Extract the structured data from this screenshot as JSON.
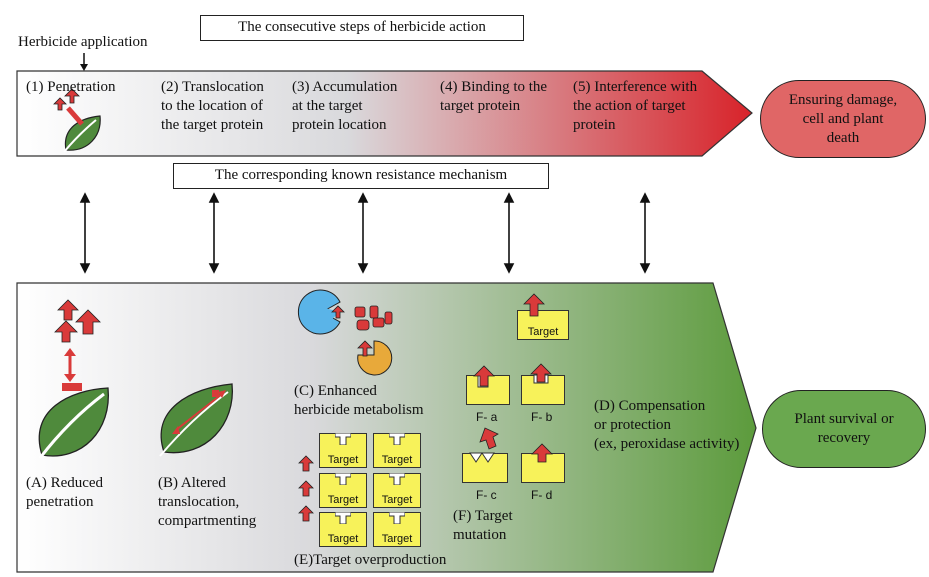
{
  "title_box": "The consecutive steps of herbicide action",
  "herbicide_application": "Herbicide application",
  "steps": [
    {
      "label": "(1) Penetration"
    },
    {
      "line1": "(2) Translocation",
      "line2": "to the location of",
      "line3": "the target protein"
    },
    {
      "line1": "(3) Accumulation",
      "line2": "at the target",
      "line3": "protein location"
    },
    {
      "line1": "(4) Binding to the",
      "line2": "target protein"
    },
    {
      "line1": "(5) Interference with",
      "line2": "the action of target",
      "line3": "protein"
    }
  ],
  "outcome_damage": {
    "line1": "Ensuring damage,",
    "line2": "cell and plant",
    "line3": "death"
  },
  "resistance_box": "The corresponding known resistance mechanism",
  "mechanisms": {
    "A": {
      "line1": "(A) Reduced",
      "line2": "penetration"
    },
    "B": {
      "line1": "(B) Altered",
      "line2": "translocation,",
      "line3": "compartmenting"
    },
    "C": {
      "line1": "(C) Enhanced",
      "line2": "herbicide metabolism"
    },
    "D": {
      "line1": "(D) Compensation",
      "line2": "or protection",
      "line3": "(ex, peroxidase activity)"
    },
    "E": {
      "label": "(E)Target overproduction"
    },
    "F": {
      "line1": "(F) Target",
      "line2": "mutation"
    }
  },
  "target_label": "Target",
  "mutations": {
    "a": "F- a",
    "b": "F- b",
    "c": "F- c",
    "d": "F- d"
  },
  "outcome_survival": {
    "line1": "Plant survival or",
    "line2": "recovery"
  },
  "colors": {
    "damage": "#e06666",
    "survival": "#6aa84f",
    "target_box": "#f7f25a",
    "herbicide": "#d93a3a",
    "leaf": "#4f8a3c",
    "pacman_blue": "#5ab4e8",
    "pacman_orange": "#e8a93a"
  }
}
